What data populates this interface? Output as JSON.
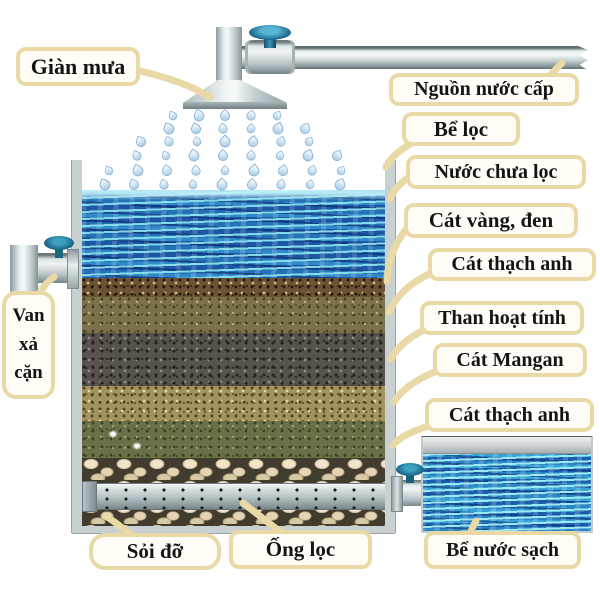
{
  "diagram": {
    "labels": {
      "gian_mua": "Giàn mưa",
      "nguon_nuoc_cap": "Nguồn nước cấp",
      "be_loc": "Bể lọc",
      "nuoc_chua_loc": "Nước chưa lọc",
      "cat_vang_den": "Cát vàng, đen",
      "cat_thach_anh_tren": "Cát thạch anh",
      "than_hoat_tinh": "Than hoạt tính",
      "cat_mangan": "Cát Mangan",
      "cat_thach_anh_duoi": "Cát thạch anh",
      "van_xa_can": "Van xả cặn",
      "soi_do": "Sỏi đỡ",
      "ong_loc": "Ống lọc",
      "be_nuoc_sach": "Bể nước sạch"
    },
    "colors": {
      "callout_border": "#e9d9a6",
      "callout_bg": "#fffdf6",
      "label_text": "#141414",
      "water_dark": "#1b57a4",
      "water_mid": "#1f8cc0",
      "water_light": "#9fe9f2",
      "valve_handle": "#1a6a8c",
      "pipe_light": "#f2f6f6",
      "pipe_dark": "#7f8e91",
      "layer_cat_vang_den": "#6b5435",
      "layer_cat_thach_anh": "#7b724d",
      "layer_than_hoat_tinh": "#59534d",
      "layer_cat_mangan": "#a3945f",
      "layer_cat_thach_anh_2": "#6b7048",
      "layer_soi": "#423c2e"
    }
  }
}
